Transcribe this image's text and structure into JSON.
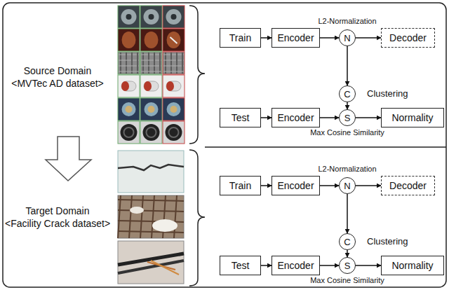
{
  "diagram": {
    "nodes": [
      {
        "text": [
          "Train"
        ]
      },
      {
        "text": [
          "Encoder"
        ]
      },
      {
        "text": [
          "N"
        ]
      },
      {
        "text": [
          "Decoder"
        ]
      },
      {
        "text": [
          "C"
        ]
      },
      {
        "text": [
          "Test"
        ]
      },
      {
        "text": [
          "Encoder"
        ]
      },
      {
        "text": [
          "S"
        ]
      },
      {
        "text": [
          "Normality"
        ]
      },
      {
        "text": [
          "Train"
        ]
      },
      {
        "text": [
          "Encoder"
        ]
      },
      {
        "text": [
          "N"
        ]
      },
      {
        "text": [
          "Decoder"
        ]
      },
      {
        "text": [
          "C"
        ]
      },
      {
        "text": [
          "Test"
        ]
      },
      {
        "text": [
          "Encoder"
        ]
      },
      {
        "text": [
          "S"
        ]
      },
      {
        "text": [
          "Normality"
        ]
      }
    ],
    "edges": [
      {
        "from": 0,
        "to": 1,
        "arrow": "to"
      },
      {
        "from": 1,
        "to": 2,
        "arrow": "to"
      },
      {
        "from": 2,
        "to": 3,
        "arrow": "to"
      },
      {
        "from": 2,
        "to": 4,
        "arrow": "to"
      },
      {
        "from": 4,
        "to": 7,
        "arrow": "to"
      },
      {
        "from": 5,
        "to": 6,
        "arrow": "to"
      },
      {
        "from": 6,
        "to": 7,
        "arrow": "to"
      },
      {
        "from": 7,
        "to": 8,
        "arrow": "to"
      },
      {
        "from": 9,
        "to": 10,
        "arrow": "to"
      },
      {
        "from": 10,
        "to": 11,
        "arrow": "to"
      },
      {
        "from": 11,
        "to": 12,
        "arrow": "to"
      },
      {
        "from": 11,
        "to": 13,
        "arrow": "to"
      },
      {
        "from": 13,
        "to": 16,
        "arrow": "to"
      },
      {
        "from": 14,
        "to": 15,
        "arrow": "to"
      },
      {
        "from": 15,
        "to": 16,
        "arrow": "to"
      },
      {
        "from": 16,
        "to": 17,
        "arrow": "to"
      }
    ],
    "labels": [
      "Source Domain",
      "<MVTec AD dataset>",
      "Target Domain",
      "<Facility Crack dataset>",
      "L2-Normalization",
      "Clustering",
      "Max Cosine Similarity",
      "L2-Normalization",
      "Clustering",
      "Max Cosine Similarity"
    ]
  }
}
